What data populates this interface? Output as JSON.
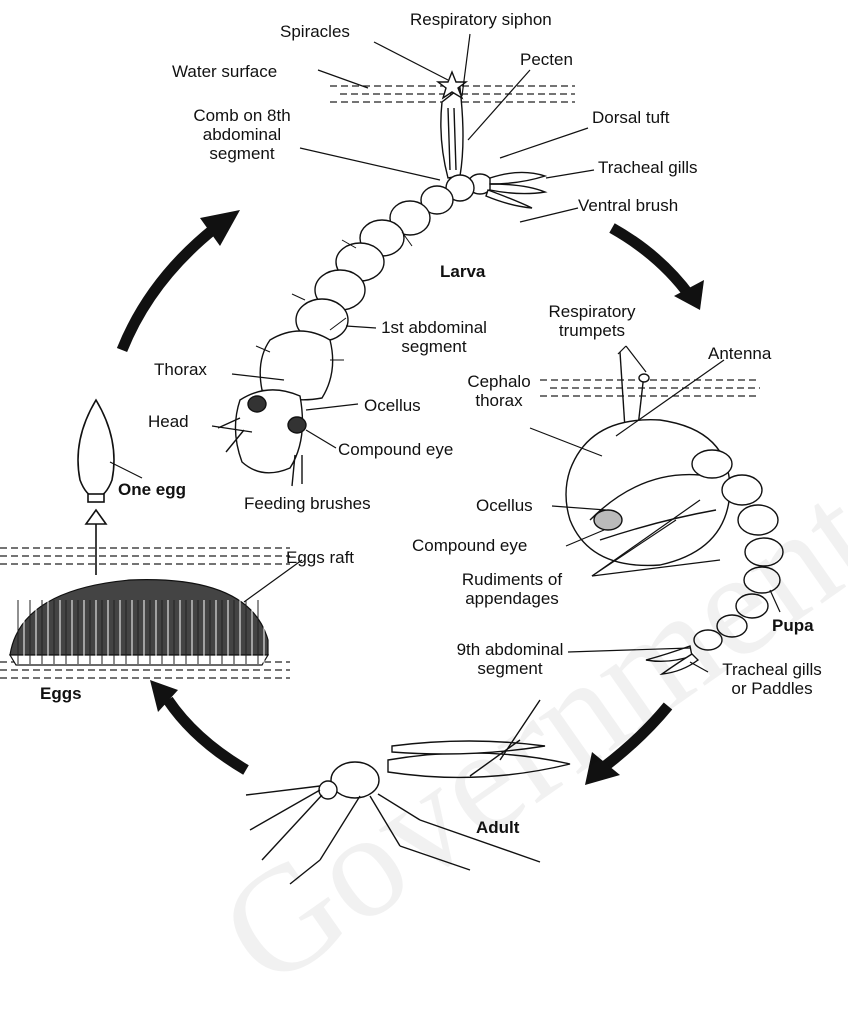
{
  "stages": {
    "larva": "Larva",
    "pupa": "Pupa",
    "adult": "Adult",
    "eggs": "Eggs"
  },
  "labels": {
    "spiracles": "Spiracles",
    "respiratory_siphon": "Respiratory siphon",
    "pecten": "Pecten",
    "water_surface": "Water surface",
    "comb_line1": "Comb on 8th",
    "comb_line2": "abdominal",
    "comb_line3": "segment",
    "dorsal_tuft": "Dorsal tuft",
    "tracheal_gills": "Tracheal gills",
    "ventral_brush": "Ventral brush",
    "first_abd_line1": "1st abdominal",
    "first_abd_line2": "segment",
    "thorax": "Thorax",
    "head": "Head",
    "ocellus_larva": "Ocellus",
    "compound_eye_larva": "Compound eye",
    "feeding_brushes": "Feeding brushes",
    "resp_trumpets_line1": "Respiratory",
    "resp_trumpets_line2": "trumpets",
    "antenna": "Antenna",
    "cephalothorax_line1": "Cephalo",
    "cephalothorax_line2": "thorax",
    "ocellus_pupa": "Ocellus",
    "compound_eye_pupa": "Compound eye",
    "rudiments_line1": "Rudiments of",
    "rudiments_line2": "appendages",
    "ninth_abd_line1": "9th abdominal",
    "ninth_abd_line2": "segment",
    "paddles_line1": "Tracheal gills",
    "paddles_line2": "or Paddles",
    "one_egg": "One egg",
    "eggs_raft": "Eggs raft"
  },
  "watermark": "Government of Mongolia Republic"
}
